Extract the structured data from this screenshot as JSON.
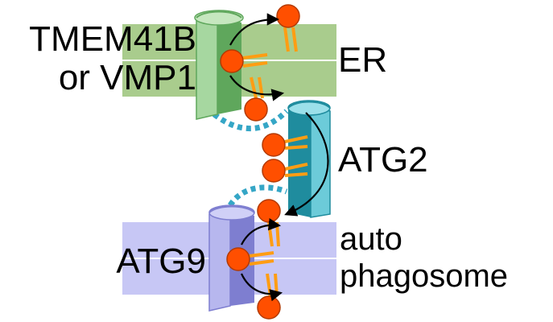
{
  "labels": {
    "scramblase_line1": "TMEM41B",
    "scramblase_line2": "or VMP1",
    "er": "ER",
    "atg2": "ATG2",
    "atg9": "ATG9",
    "autophagosome_line1": "auto",
    "autophagosome_line2": "phagosome"
  },
  "colors": {
    "er_membrane": "#a9cc8d",
    "scramblase_light": "#a6d7a0",
    "scramblase_dark": "#5fa75c",
    "atg2_dark": "#1f8c9e",
    "atg2_light": "#6ccbd9",
    "atg2_bridge": "#35a6c6",
    "autophagosome_membrane": "#c7c7f5",
    "atg9_light": "#b7b7ee",
    "atg9_dark": "#7e7ed0",
    "lipid_head": "#ff4f00",
    "lipid_tail": "#ff9d13",
    "arrow": "#000000",
    "text": "#000000"
  },
  "icons": {
    "lipid": "lipid-icon",
    "arrow": "curved-arrow-icon"
  }
}
